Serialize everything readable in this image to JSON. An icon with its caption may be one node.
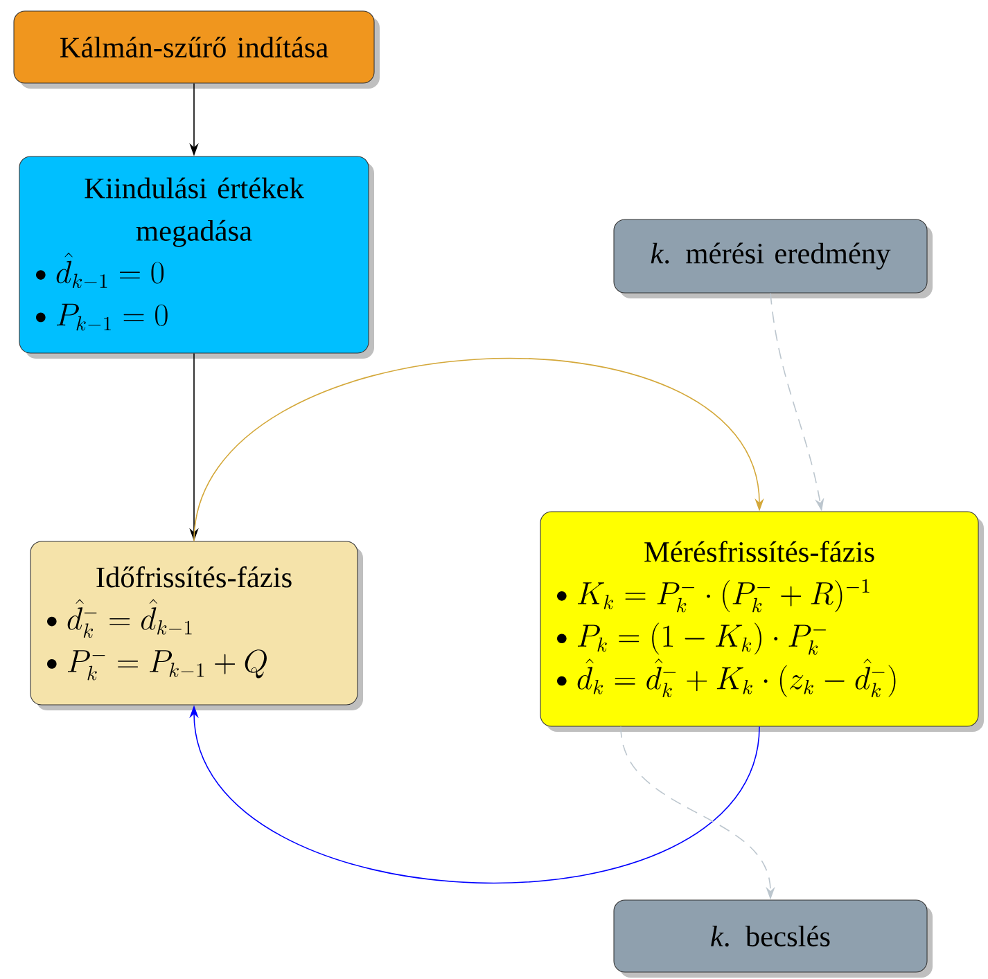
{
  "diagram": {
    "nodes": [
      {
        "text": [
          "Kálmán-szűrő indítása"
        ]
      },
      {
        "text": [
          "Kiindulási értékek megadása",
          "\\hat{d}_{k-1} = 0",
          "P_{k-1} = 0"
        ]
      },
      {
        "text": [
          "*k*. mérési eredmény"
        ]
      },
      {
        "text": [
          "Időfrissítés-fázis",
          "\\hat{d}^{-}_{k} = \\hat{d}_{k-1}",
          "P^{-}_{k} = P_{k-1} + Q"
        ]
      },
      {
        "text": [
          "Mérésfrissítés-fázis",
          "K_k = P^{-}_{k} \\cdot (P^{-}_{k} + R)^{-1}",
          "P_k = (1 - K_k) \\cdot P^{-}_{k}",
          "\\hat{d}_k = \\hat{d}^{-}_{k} + K_k \\cdot (z_k - \\hat{d}^{-}_{k})"
        ]
      },
      {
        "text": [
          "*k*. becslés"
        ]
      }
    ],
    "edges": [
      {
        "from": 0,
        "to": 1,
        "arrow": "to"
      },
      {
        "from": 1,
        "to": 3,
        "arrow": "to"
      },
      {
        "from": 3,
        "to": 4,
        "arrow": "to",
        "color": "#d4a83a"
      },
      {
        "from": 4,
        "to": 3,
        "arrow": "to",
        "color": "#0000ff"
      },
      {
        "from": 2,
        "to": 4,
        "arrow": "to",
        "style": "dashed",
        "color": "#bcc6ce"
      },
      {
        "from": 4,
        "to": 5,
        "arrow": "to",
        "style": "dashed",
        "color": "#bcc6ce"
      }
    ]
  }
}
